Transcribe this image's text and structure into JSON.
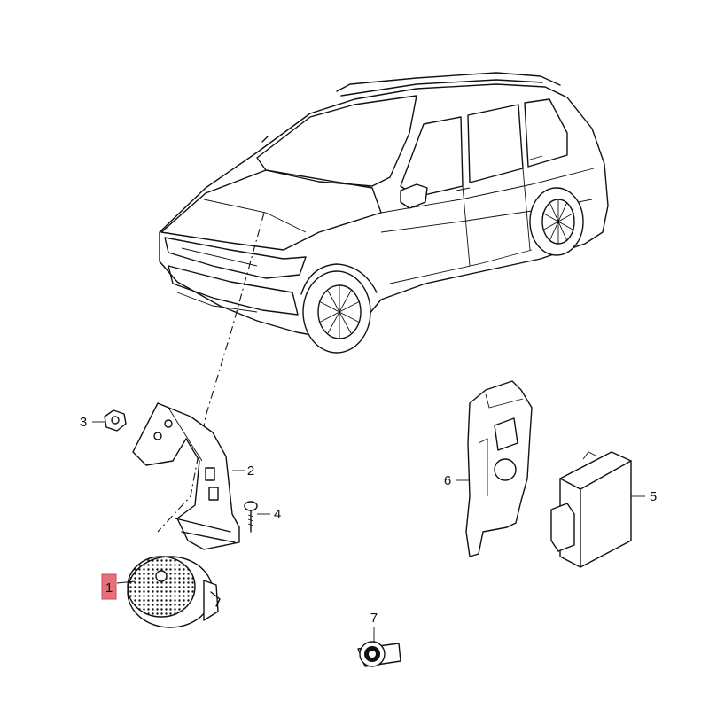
{
  "callouts": {
    "speaker": "1",
    "bracket": "2",
    "nut": "3",
    "screw": "4",
    "control_unit": "5",
    "holder": "6",
    "foam_tape": "7"
  },
  "colors": {
    "highlight": "#e8707a",
    "line": "#111111",
    "background": "#ffffff"
  }
}
